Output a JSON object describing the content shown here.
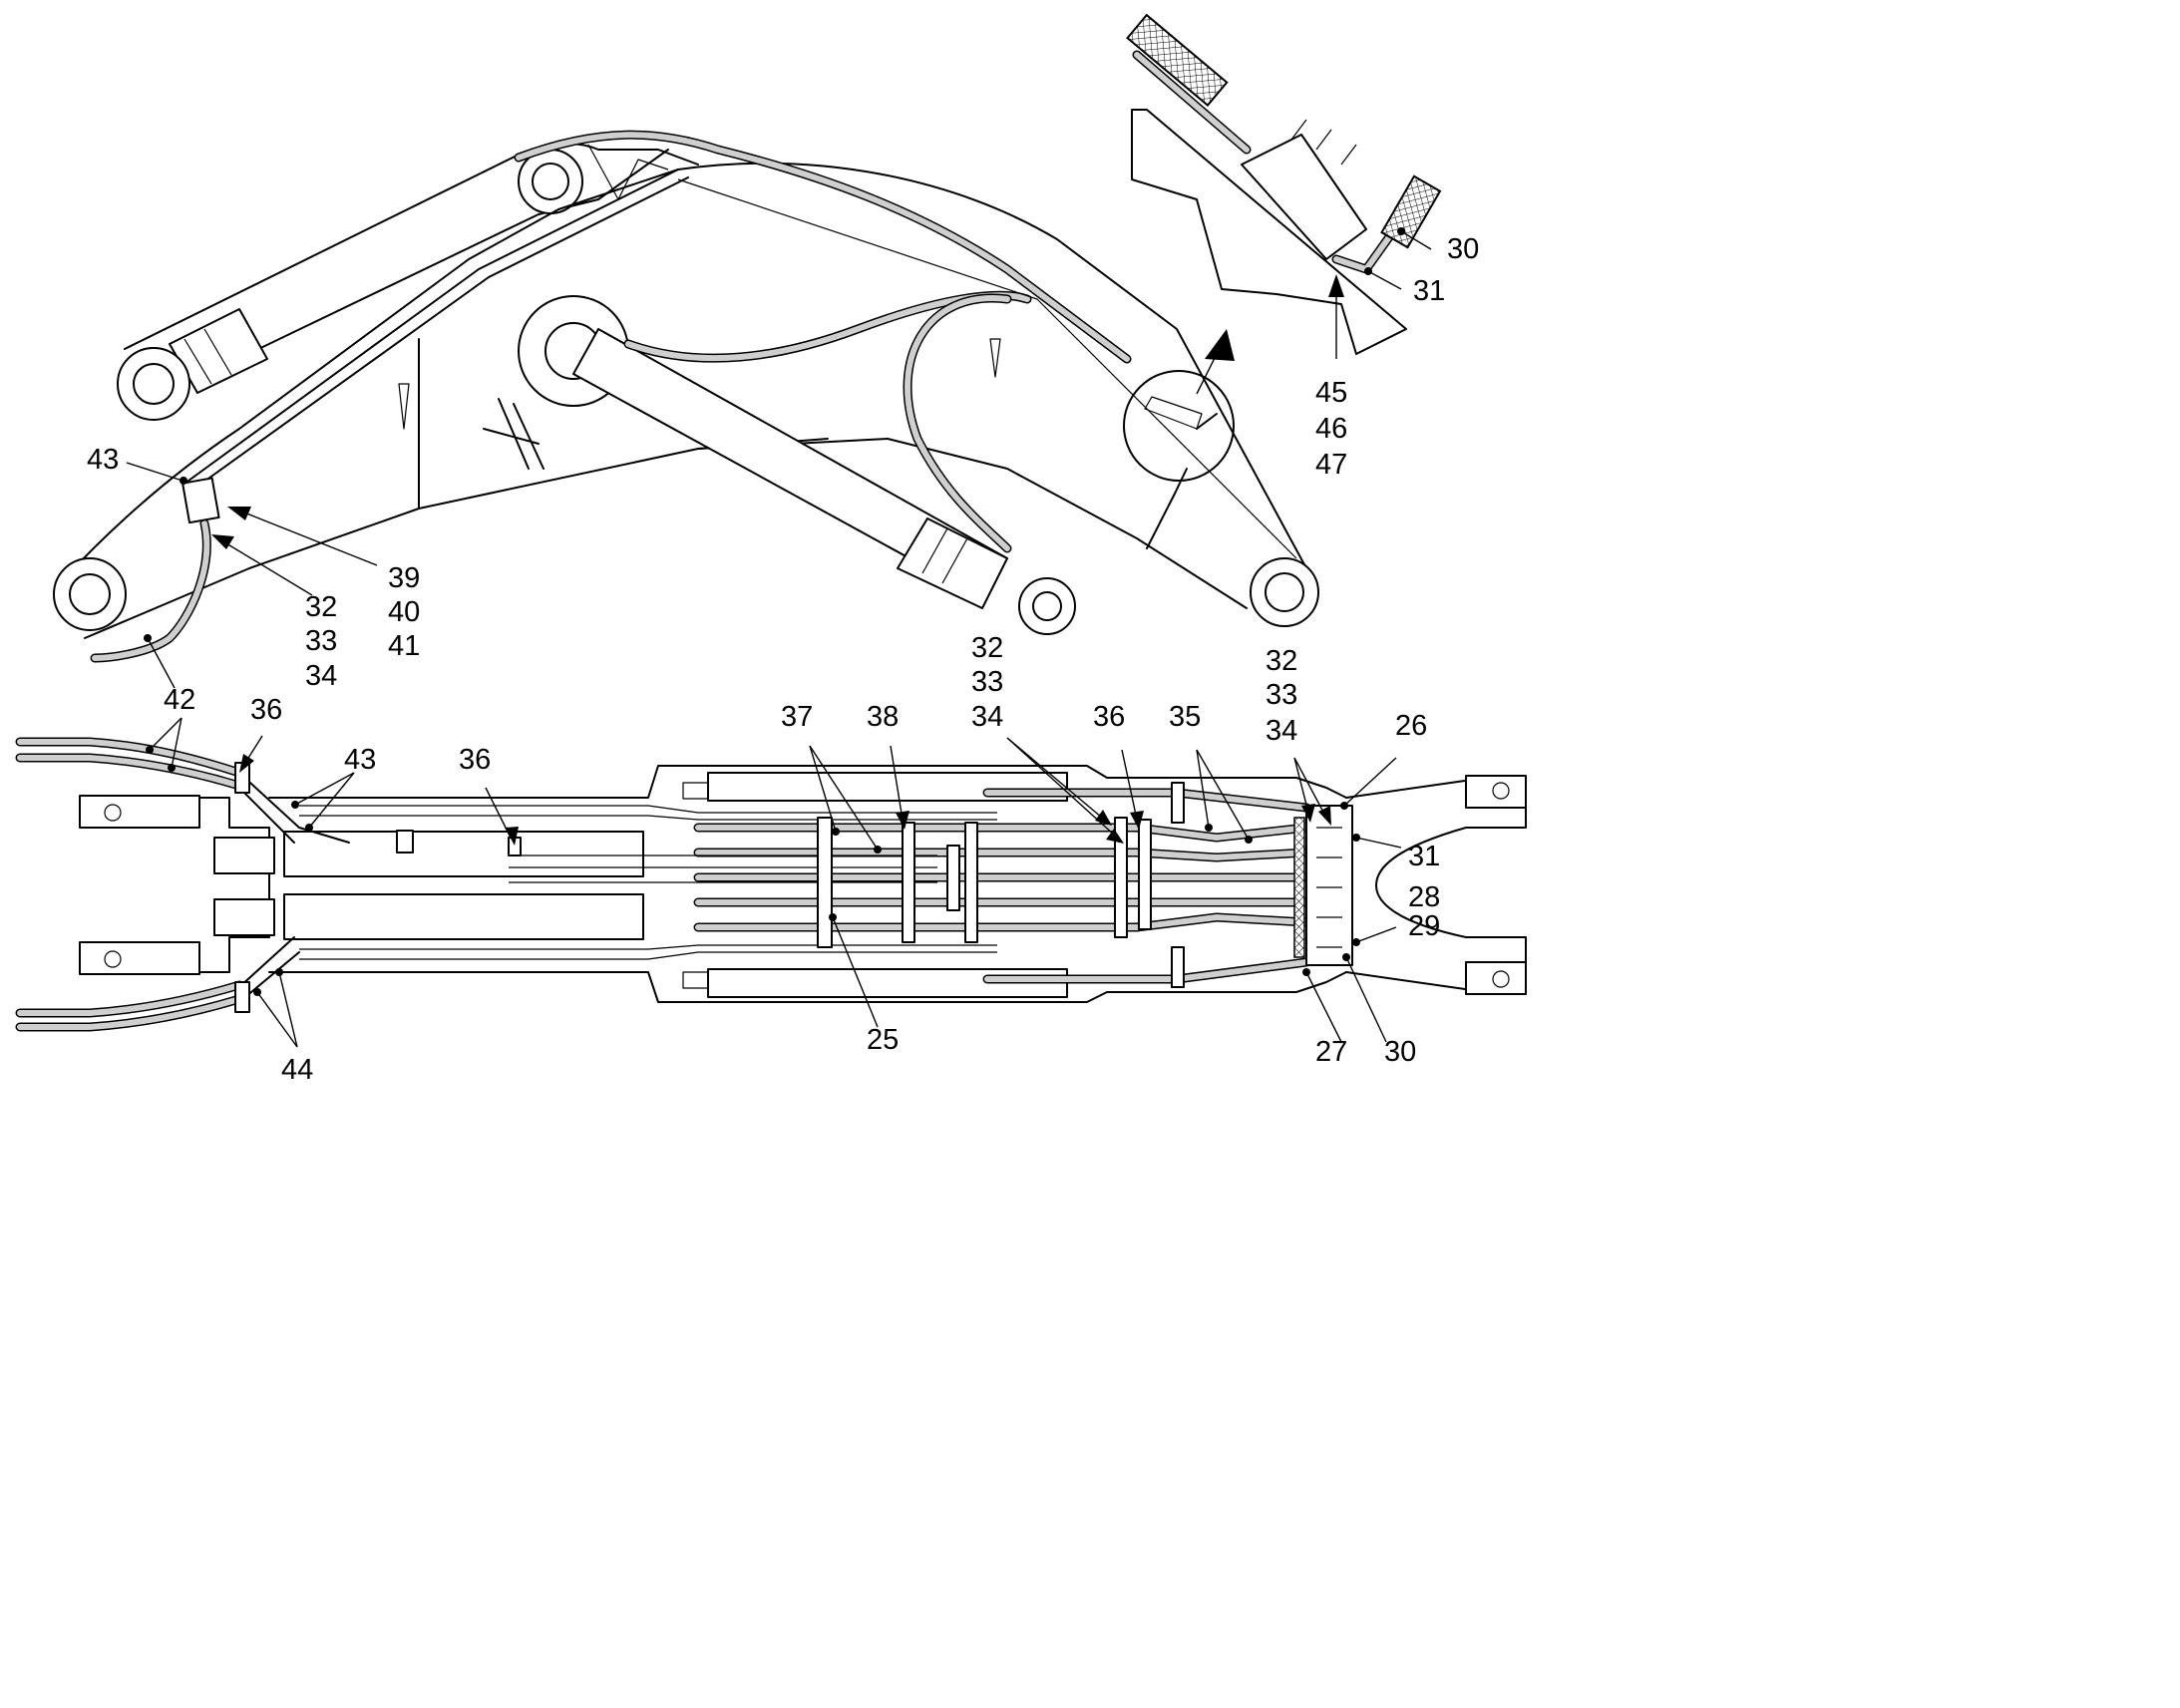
{
  "callouts": [
    {
      "id": "c43-side",
      "text": "43"
    },
    {
      "id": "c39",
      "text": "39"
    },
    {
      "id": "c40",
      "text": "40"
    },
    {
      "id": "c41",
      "text": "41"
    },
    {
      "id": "c32-side",
      "text": "32"
    },
    {
      "id": "c33-side",
      "text": "33"
    },
    {
      "id": "c34-side",
      "text": "34"
    },
    {
      "id": "c42",
      "text": "42"
    },
    {
      "id": "c30-detail",
      "text": "30"
    },
    {
      "id": "c31-detail",
      "text": "31"
    },
    {
      "id": "c45",
      "text": "45"
    },
    {
      "id": "c46",
      "text": "46"
    },
    {
      "id": "c47",
      "text": "47"
    },
    {
      "id": "c36-left",
      "text": "36"
    },
    {
      "id": "c43-plan",
      "text": "43"
    },
    {
      "id": "c36-mid",
      "text": "36"
    },
    {
      "id": "c37",
      "text": "37"
    },
    {
      "id": "c38",
      "text": "38"
    },
    {
      "id": "c32-plan-a",
      "text": "32"
    },
    {
      "id": "c33-plan-a",
      "text": "33"
    },
    {
      "id": "c34-plan-a",
      "text": "34"
    },
    {
      "id": "c36-right",
      "text": "36"
    },
    {
      "id": "c35",
      "text": "35"
    },
    {
      "id": "c32-plan-b",
      "text": "32"
    },
    {
      "id": "c33-plan-b",
      "text": "33"
    },
    {
      "id": "c34-plan-b",
      "text": "34"
    },
    {
      "id": "c26",
      "text": "26"
    },
    {
      "id": "c31-plan",
      "text": "31"
    },
    {
      "id": "c28",
      "text": "28"
    },
    {
      "id": "c29",
      "text": "29"
    },
    {
      "id": "c25",
      "text": "25"
    },
    {
      "id": "c44",
      "text": "44"
    },
    {
      "id": "c27",
      "text": "27"
    },
    {
      "id": "c30-plan",
      "text": "30"
    }
  ]
}
